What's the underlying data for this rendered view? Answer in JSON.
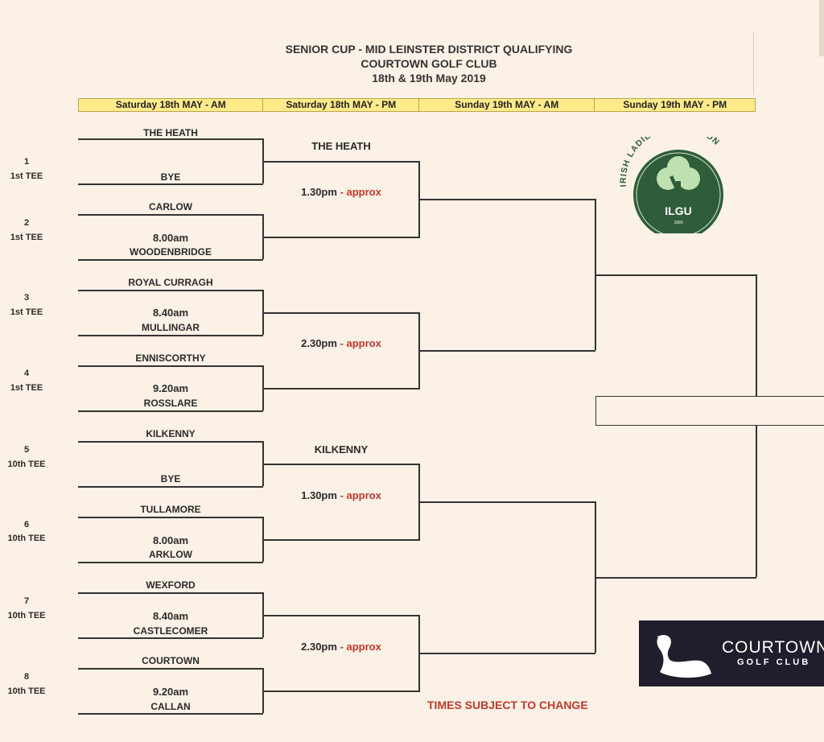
{
  "header": {
    "title_line1": "SENIOR CUP - MID LEINSTER DISTRICT QUALIFYING",
    "title_line2": "COURTOWN GOLF CLUB",
    "title_line3": "18th & 19th May 2019"
  },
  "columns": [
    "Saturday 18th MAY - AM",
    "Saturday 18th  MAY - PM",
    "Sunday 19th MAY - AM",
    "Sunday 19th MAY - PM"
  ],
  "round1": [
    {
      "match_no": "1",
      "tee": "1st TEE",
      "top": "THE HEATH",
      "time": "",
      "bottom": "BYE"
    },
    {
      "match_no": "2",
      "tee": "1st TEE",
      "top": "CARLOW",
      "time": "8.00am",
      "bottom": "WOODENBRIDGE"
    },
    {
      "match_no": "3",
      "tee": "1st TEE",
      "top": "ROYAL CURRAGH",
      "time": "8.40am",
      "bottom": "MULLINGAR"
    },
    {
      "match_no": "4",
      "tee": "1st TEE",
      "top": "ENNISCORTHY",
      "time": "9.20am",
      "bottom": "ROSSLARE"
    },
    {
      "match_no": "5",
      "tee": "10th TEE",
      "top": "KILKENNY",
      "time": "",
      "bottom": "BYE"
    },
    {
      "match_no": "6",
      "tee": "10th TEE",
      "top": "TULLAMORE",
      "time": "8.00am",
      "bottom": "ARKLOW"
    },
    {
      "match_no": "7",
      "tee": "10th TEE",
      "top": "WEXFORD",
      "time": "8.40am",
      "bottom": "CASTLECOMER"
    },
    {
      "match_no": "8",
      "tee": "10th TEE",
      "top": "COURTOWN",
      "time": "9.20am",
      "bottom": "CALLAN"
    }
  ],
  "round2": [
    {
      "advanced": "THE HEATH",
      "time": "1.30pm",
      "approx": "- approx"
    },
    {
      "advanced": "",
      "time": "2.30pm",
      "approx": "- approx"
    },
    {
      "advanced": "KILKENNY",
      "time": "1.30pm",
      "approx": "- approx"
    },
    {
      "advanced": "",
      "time": "2.30pm",
      "approx": "- approx"
    }
  ],
  "note": "TIMES SUBJECT TO CHANGE",
  "ilgu_logo": {
    "arc_text": "IRISH LADIES GOLF UNION",
    "initials": "ILGU",
    "year": "1893",
    "icon": "shamrock-golfer-icon",
    "color": "#2f5d3a"
  },
  "courtown_logo": {
    "name": "COURTOWN",
    "sub": "GOLF CLUB",
    "icon": "swan-icon",
    "bg_color": "#211d2c"
  }
}
